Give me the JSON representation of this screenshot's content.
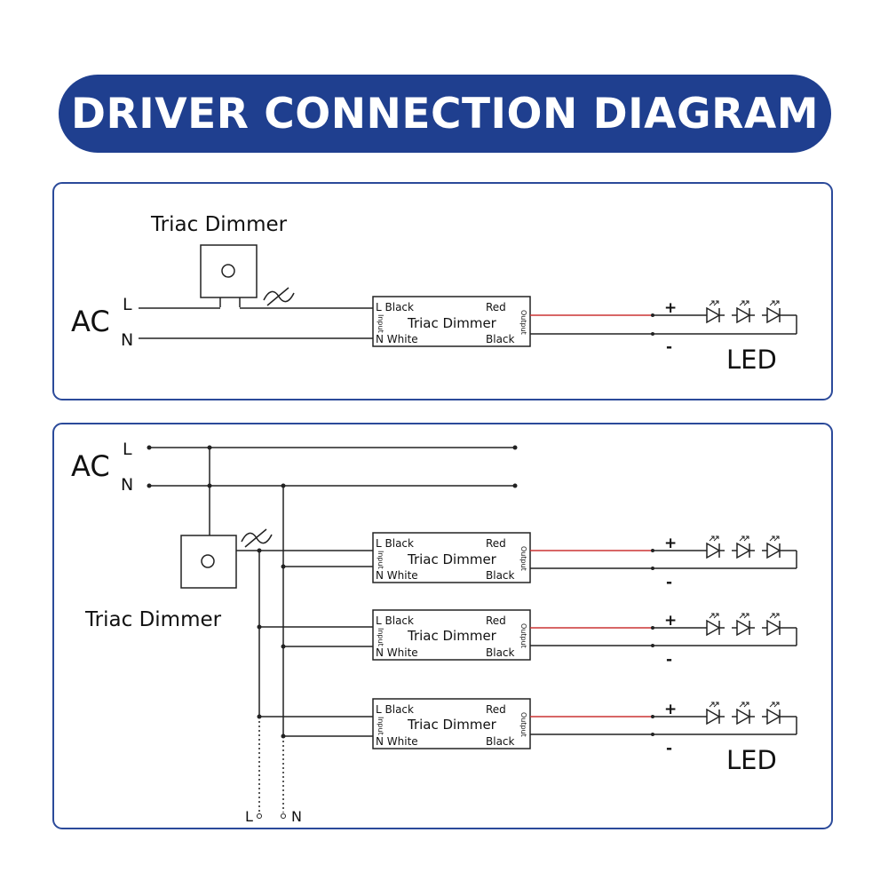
{
  "title": "DRIVER CONNECTION DIAGRAM",
  "colors": {
    "banner": "#1f3f8f",
    "panel_border": "#2b4a9a",
    "positive_wire": "#cc3333",
    "wire": "#222222"
  },
  "panel1": {
    "dimmer_label": "Triac Dimmer",
    "ac_label": "AC",
    "line_label": "L",
    "neutral_label": "N",
    "led_label": "LED",
    "plus": "+",
    "minus": "-"
  },
  "panel2": {
    "dimmer_label": "Triac Dimmer",
    "ac_label": "AC",
    "line_label": "L",
    "neutral_label": "N",
    "led_label": "LED",
    "plus": "+",
    "minus": "-",
    "bottom_l": "L",
    "bottom_n": "N"
  },
  "driver": {
    "l_black": "L Black",
    "n_white": "N White",
    "red": "Red",
    "black": "Black",
    "name": "Triac Dimmer",
    "input": "Input",
    "output": "Output",
    "plus": "+",
    "minus": "-"
  }
}
